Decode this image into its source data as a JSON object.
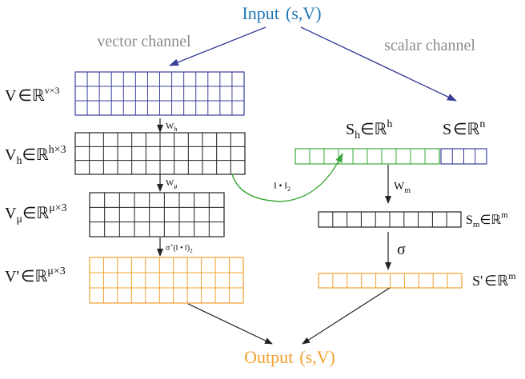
{
  "input": {
    "label": "Input",
    "args": "(s,V)"
  },
  "output": {
    "label": "Output",
    "args": "(s,V)"
  },
  "channels": {
    "vector": "vector channel",
    "scalar": "scalar channel"
  },
  "vector_path": {
    "v": {
      "name": "V",
      "in": "∈",
      "space": "ℝ",
      "dims": "v×3"
    },
    "vh": {
      "name": "V",
      "sub": "h",
      "in": "∈",
      "space": "ℝ",
      "dims": "h×3"
    },
    "vmu": {
      "name": "V",
      "sub": "μ",
      "in": "∈",
      "space": "ℝ",
      "dims": "μ×3"
    },
    "vout": {
      "name": "V'",
      "in": "∈",
      "space": "ℝ",
      "dims": "μ×3"
    },
    "op_wh": {
      "name": "W",
      "sub": "h"
    },
    "op_wmu": {
      "name": "W",
      "sub": "μ"
    },
    "op_sigma": {
      "text": "σ",
      "sup": "+",
      "rest": "(‖ • ‖)",
      "sub": "2"
    }
  },
  "scalar_path": {
    "sh": {
      "name": "S",
      "sub": "h",
      "in": "∈",
      "space": "ℝ",
      "sup": "h"
    },
    "s": {
      "name": "S",
      "in": "∈",
      "space": "ℝ",
      "sup": "n"
    },
    "norm": {
      "text": "‖ • ‖",
      "sub": "2"
    },
    "op_wm": {
      "name": "W",
      "sub": "m"
    },
    "sm": {
      "name": "S",
      "sub": "m",
      "in": "∈",
      "space": "ℝ",
      "sup": "m"
    },
    "sigma": "σ",
    "sout": {
      "name": "S'",
      "in": "∈",
      "space": "ℝ",
      "sup": "m"
    }
  },
  "colors": {
    "input_text": "#1f77b4",
    "output_text": "#f0a030",
    "channel_text": "#8c8c8c",
    "grid_blue": "#3a3f9a",
    "grid_black": "#222222",
    "grid_orange": "#f0a030",
    "grid_green": "#3aa83a",
    "arrow_blue": "#3a3f9a",
    "arrow_green": "#3aa83a"
  }
}
